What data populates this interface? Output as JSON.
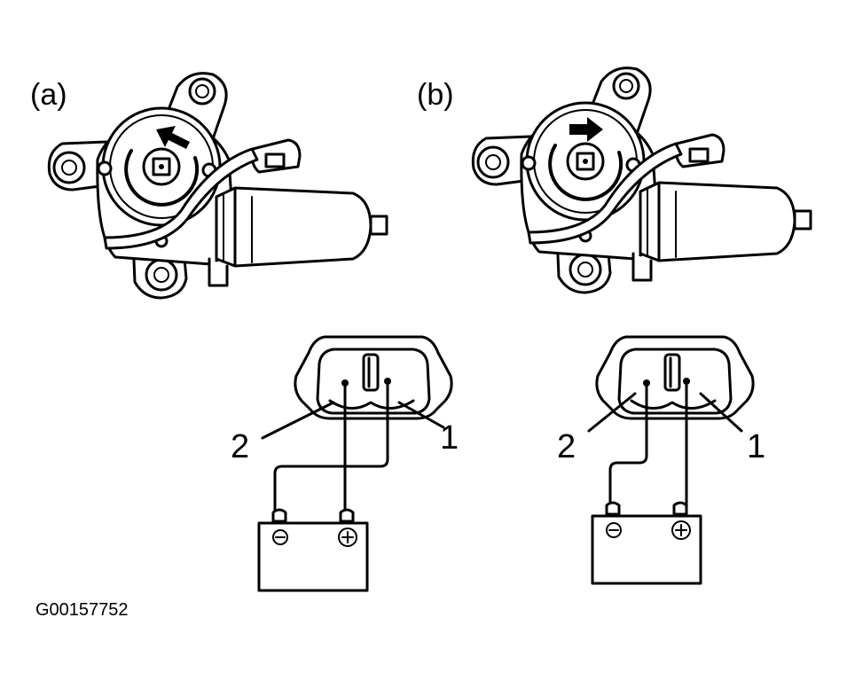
{
  "panels": [
    {
      "id": "a",
      "label": "(a)",
      "arrow_direction": "counterclockwise",
      "pin_labels": {
        "left": "2",
        "right": "1"
      },
      "battery": {
        "neg_symbol": "⊖",
        "pos_symbol": "⊕",
        "neg_to": "1",
        "pos_to": "2"
      }
    },
    {
      "id": "b",
      "label": "(b)",
      "arrow_direction": "clockwise",
      "pin_labels": {
        "left": "2",
        "right": "1"
      },
      "battery": {
        "neg_symbol": "⊖",
        "pos_symbol": "⊕",
        "neg_to": "2",
        "pos_to": "1"
      }
    }
  ],
  "figure_id": "G00157752",
  "colors": {
    "line": "#000000",
    "background": "#ffffff"
  }
}
